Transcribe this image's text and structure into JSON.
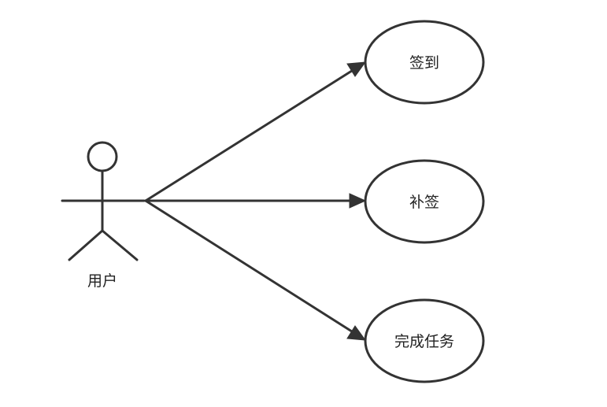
{
  "actor": {
    "name": "用户"
  },
  "use_cases": [
    {
      "label": "签到"
    },
    {
      "label": "补签"
    },
    {
      "label": "完成任务"
    }
  ],
  "colors": {
    "stroke": "#333333",
    "text": "#222222",
    "background": "#ffffff"
  }
}
